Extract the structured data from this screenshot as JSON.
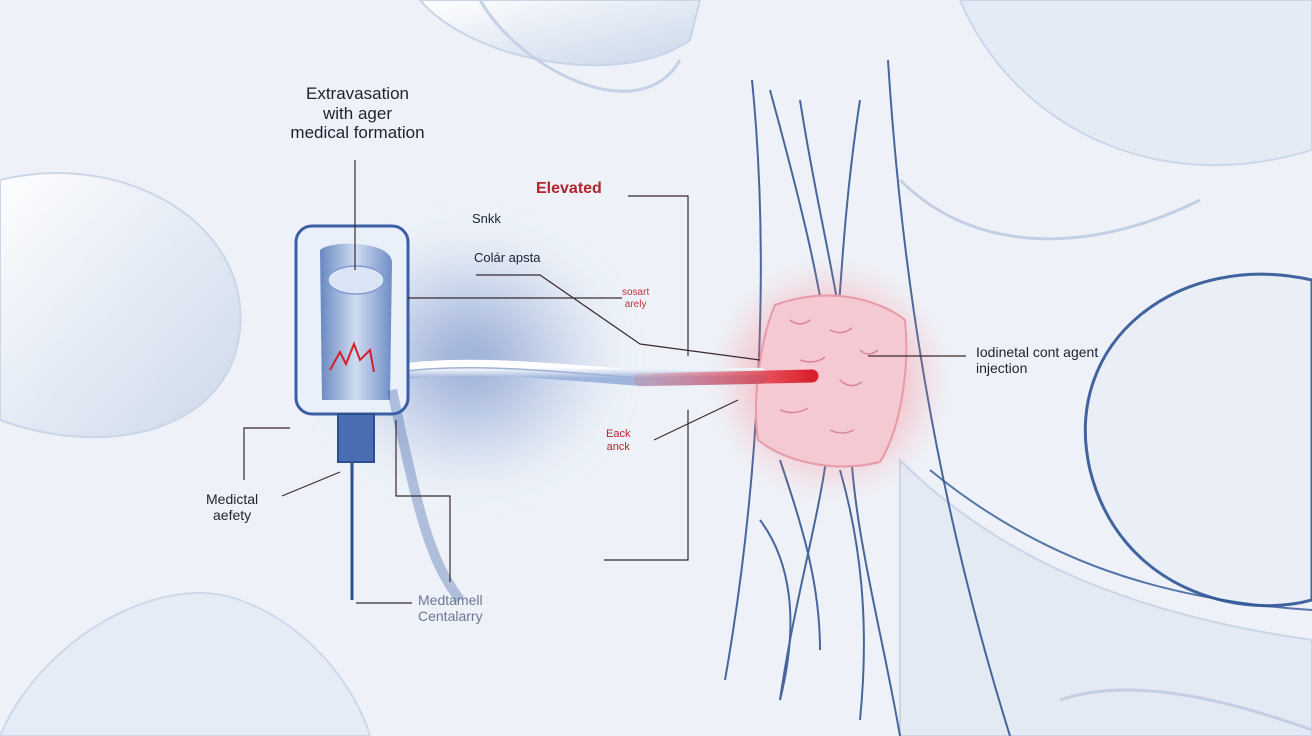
{
  "title": {
    "line1": "Extravasation",
    "line2": "with ager",
    "line3": "medical formation"
  },
  "labels": {
    "elevated": "Elevated",
    "snk": "Snkk",
    "colar": "Colár apsta",
    "sosart_1": "sosart",
    "sosart_2": "arely",
    "iodinated_1": "Iodinetal cont agent",
    "iodinated_2": "injection",
    "eack_1": "Eack",
    "eack_2": "anck",
    "medsafe_1": "Medictal",
    "medsafe_2": "aefety",
    "medcent_1": "Medtamell",
    "medcent_2": "Centalarry"
  },
  "colors": {
    "accent_red": "#e03a45",
    "vessel_blue": "#2b4f8c",
    "background": "#eef2f8"
  }
}
